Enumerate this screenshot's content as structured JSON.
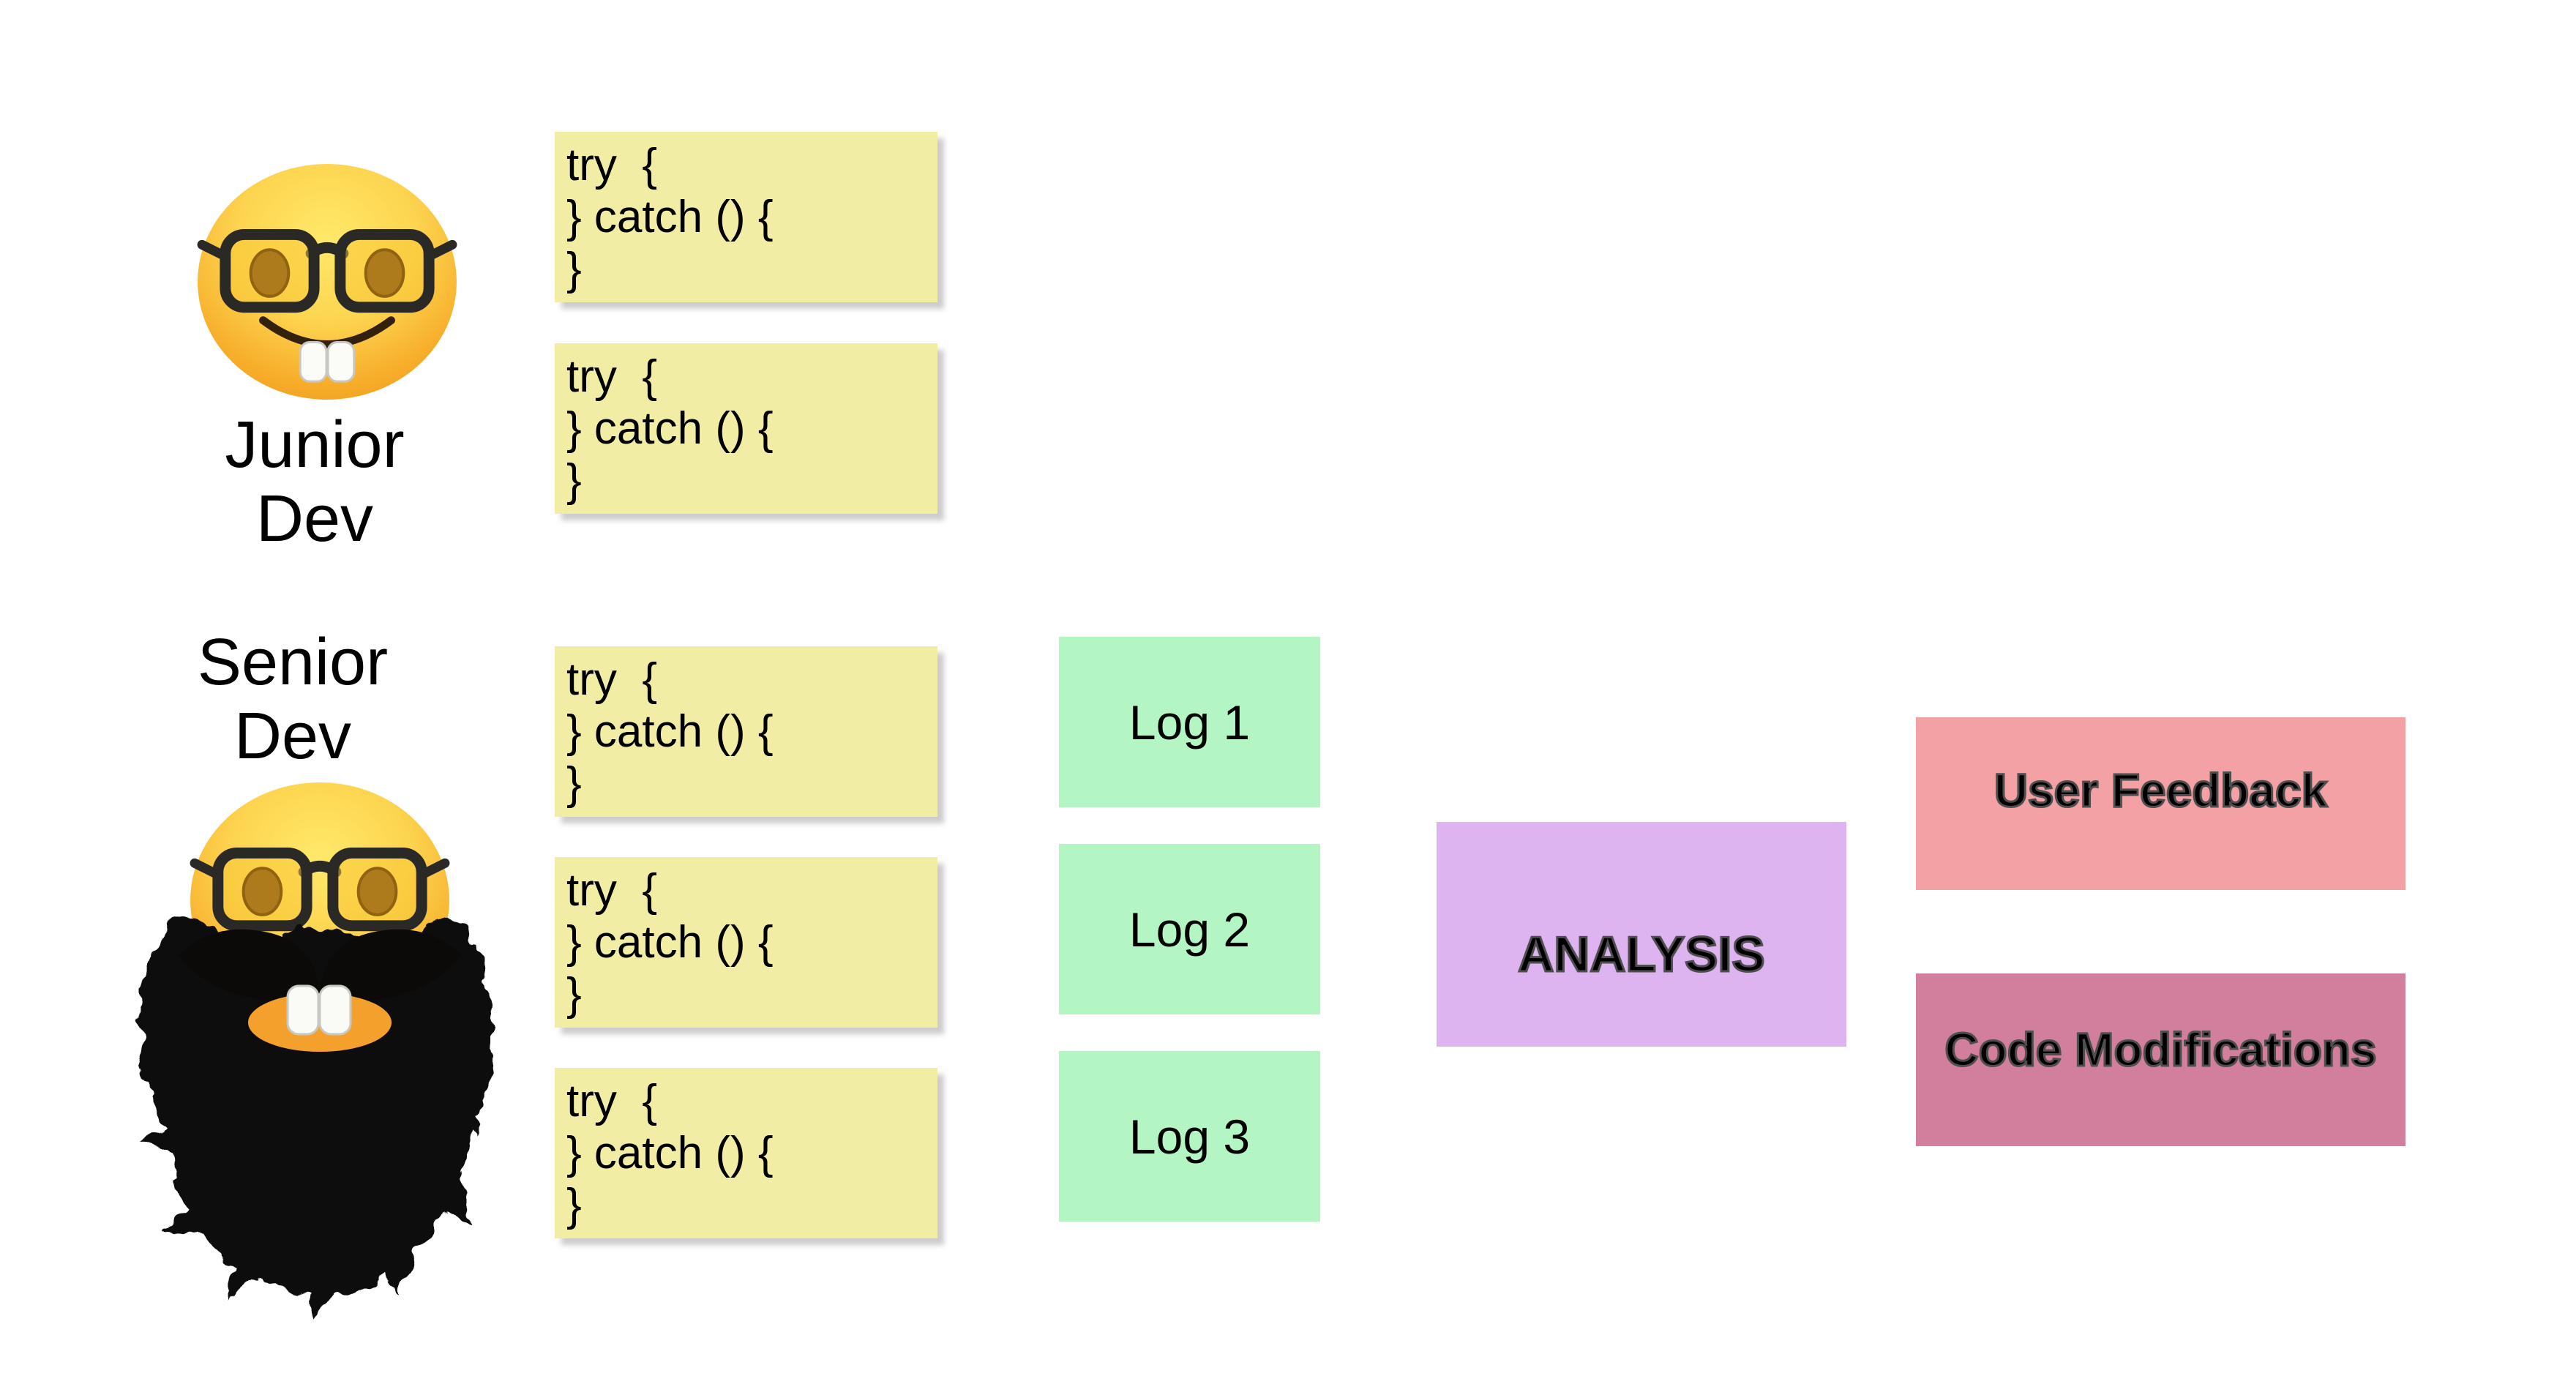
{
  "palette": {
    "background": "#ffffff",
    "sticky_note": "#f1eda4",
    "log_box": "#b3f6c3",
    "analysis_box": "#ddb4f0",
    "user_feedback_box": "#f4a1a5",
    "code_modifications_box": "#d27f9e",
    "text": "#000000"
  },
  "junior": {
    "name": "Junior Dev",
    "label_lines": [
      "Junior",
      "Dev"
    ],
    "emoji": "nerd-face"
  },
  "senior": {
    "name": "Senior Dev",
    "label_lines": [
      "Senior",
      "Dev"
    ],
    "emoji": "nerd-face-with-beard"
  },
  "sticky_note": {
    "lines": [
      "try  {",
      "} catch () {",
      "}"
    ]
  },
  "logs": [
    {
      "label": "Log 1"
    },
    {
      "label": "Log 2"
    },
    {
      "label": "Log 3"
    }
  ],
  "analysis": {
    "label": "ANALYSIS"
  },
  "user_feedback": {
    "label": "User Feedback"
  },
  "code_modifications": {
    "label": "Code Modifications"
  }
}
